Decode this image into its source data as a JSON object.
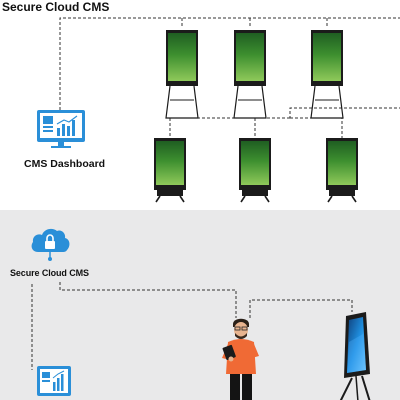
{
  "top_section": {
    "cloud_label": "Secure Cloud CMS",
    "dashboard_label": "CMS Dashboard"
  },
  "bottom_section": {
    "cloud_label": "Secure Cloud CMS"
  },
  "colors": {
    "accent_blue": "#2a8fd8",
    "screen_green": "#3a8a2f",
    "panel_bg": "#e9e9ea",
    "stand_dark": "#1b1b1b",
    "line_dark": "#333333",
    "shirt_orange": "#f06a35"
  },
  "icons": {
    "dashboard": "monitor-chart-icon",
    "cloud": "cloud-lock-icon",
    "display": "digital-signage-icon",
    "person": "person-tablet-icon"
  }
}
